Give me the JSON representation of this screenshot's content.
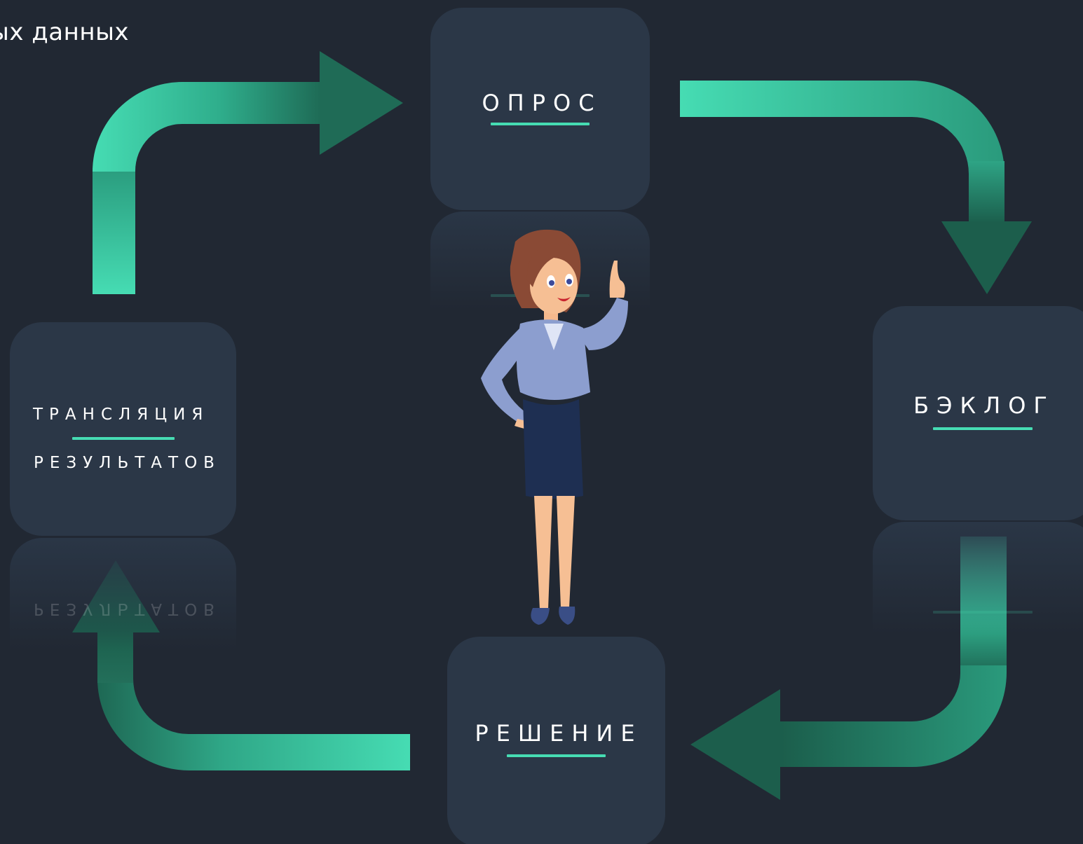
{
  "title": "ых данных",
  "nodes": {
    "poll": "ОПРОС",
    "backlog": "БЭКЛОГ",
    "decision": "РЕШЕНИЕ",
    "broadcast_line1": "ТРАНСЛЯЦИЯ",
    "broadcast_line2": "РЕЗУЛЬТАТОВ"
  },
  "reflections": {
    "broadcast": "РЕЗУЛЬТАТОВ"
  },
  "colors": {
    "background": "#212833",
    "card": "#2b3747",
    "accent": "#46dcb3",
    "arrow_dark": "#1c5e4c"
  },
  "illustration": "woman-pointing-up-icon"
}
